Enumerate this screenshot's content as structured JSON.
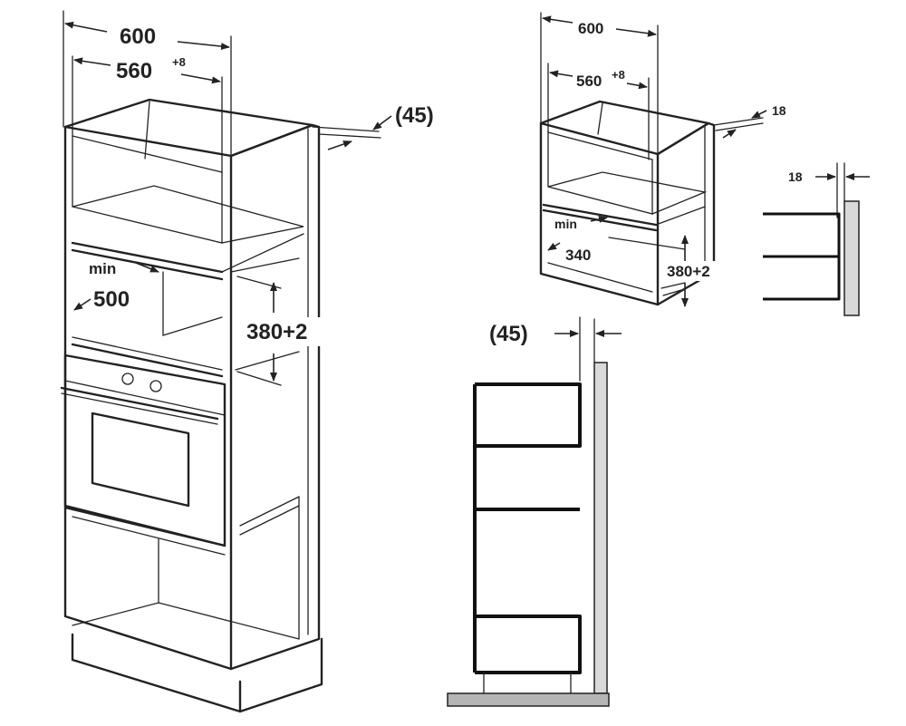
{
  "tall_unit": {
    "width_outer": "600",
    "width_inner": "560",
    "width_inner_tol": "+8",
    "depth_offset": "(45)",
    "niche_min_label": "min",
    "niche_min_depth": "500",
    "niche_height": "380+2"
  },
  "wall_unit": {
    "width_outer": "600",
    "width_inner": "560",
    "width_inner_tol": "+8",
    "panel_thickness": "18",
    "niche_min_label": "min",
    "niche_min_depth": "340",
    "niche_height": "380+2"
  },
  "side_section": {
    "panel_thickness": "18"
  },
  "tall_section": {
    "depth_offset": "(45)"
  }
}
